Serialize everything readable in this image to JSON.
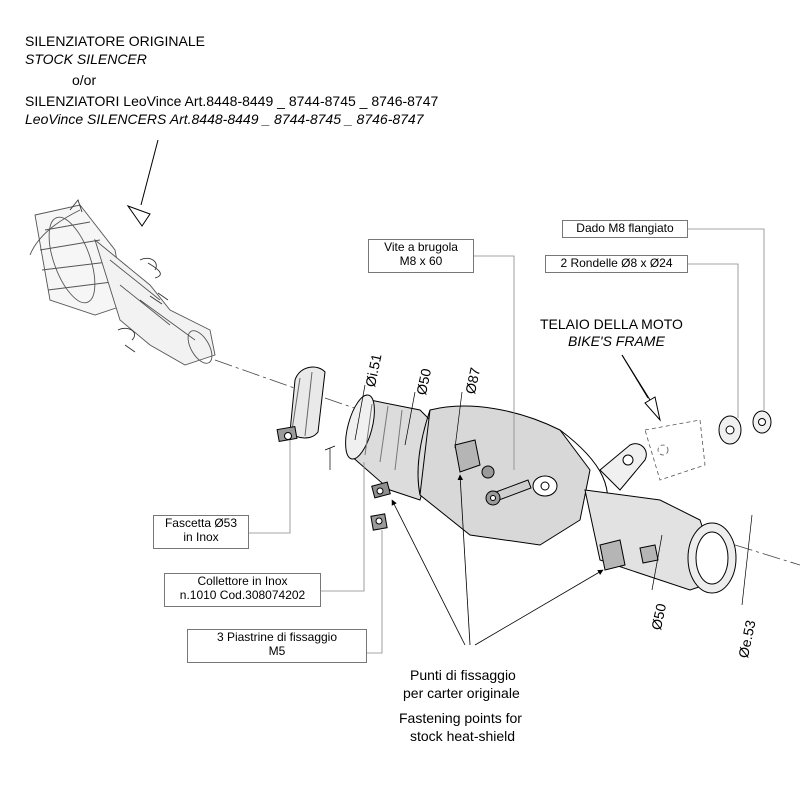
{
  "header": {
    "line1": "SILENZIATORE ORIGINALE",
    "line2": "STOCK SILENCER",
    "line3": "o/or",
    "line4": "SILENZIATORI LeoVince Art.8448-8449 _ 8744-8745 _ 8746-8747",
    "line5": "LeoVince SILENCERS Art.8448-8449 _ 8744-8745 _ 8746-8747"
  },
  "labels": {
    "vite_l1": "Vite a brugola",
    "vite_l2": "M8 x 60",
    "dado": "Dado M8 flangiato",
    "rondelle": "2 Rondelle Ø8 x Ø24",
    "telaio_l1": "TELAIO DELLA MOTO",
    "telaio_l2": "BIKE'S FRAME",
    "fascetta_l1": "Fascetta Ø53",
    "fascetta_l2": "in Inox",
    "collettore_l1": "Collettore in Inox",
    "collettore_l2": "n.1010  Cod.308074202",
    "piastrine_l1": "3 Piastrine di fissaggio",
    "piastrine_l2": "M5",
    "punti_l1": "Punti di fissaggio",
    "punti_l2": "per carter originale",
    "fastening_l1": "Fastening points for",
    "fastening_l2": "stock heat-shield"
  },
  "dimensions": {
    "d_i51": "Øi.51",
    "d_50_top": "Ø50",
    "d_87": "Ø87",
    "d_50_bottom": "Ø50",
    "d_e53": "Øe.53"
  }
}
